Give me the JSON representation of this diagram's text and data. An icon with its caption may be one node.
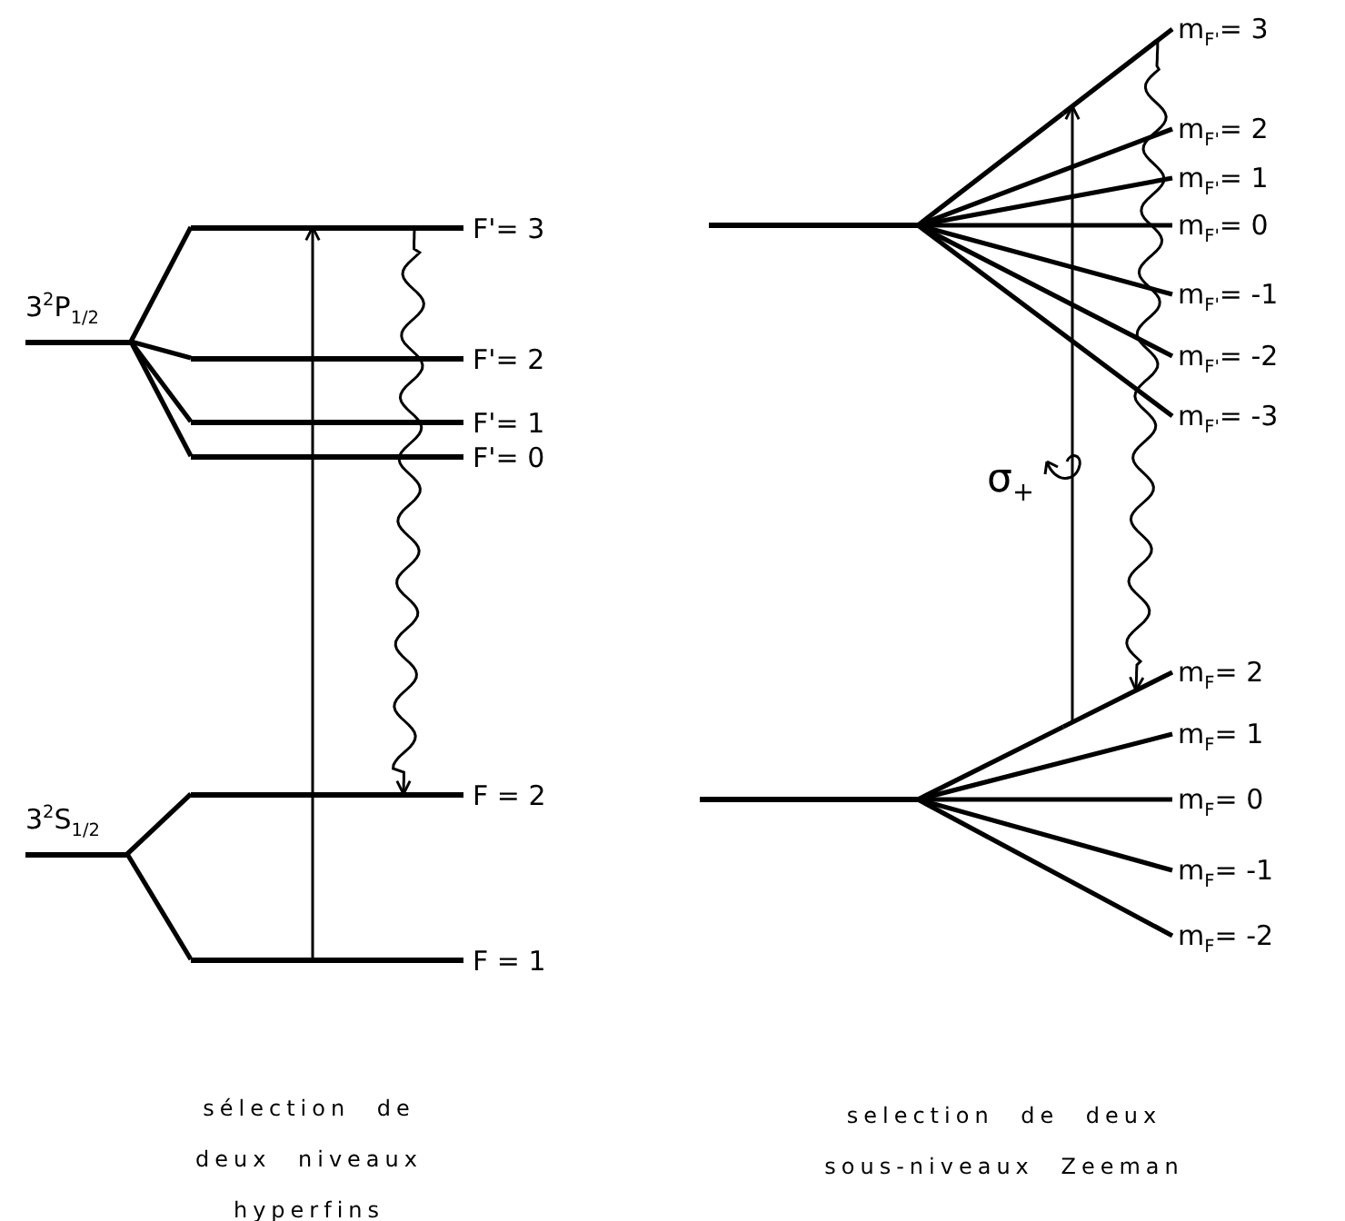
{
  "diagram": {
    "nodes": [
      {
        "text": [
          "3$^{2}$P$_{1/2}$"
        ]
      },
      {
        "text": [
          "F'= 3"
        ]
      },
      {
        "text": [
          "F'= 2"
        ]
      },
      {
        "text": [
          "F'= 1"
        ]
      },
      {
        "text": [
          "F'= 0"
        ]
      },
      {
        "text": [
          "3$^{2}$S$_{1/2}$"
        ]
      },
      {
        "text": [
          "F = 2"
        ]
      },
      {
        "text": [
          "F = 1"
        ]
      },
      {
        "text": [],
        "shape": "line"
      },
      {
        "text": [
          "m$_{F'}$= 3"
        ]
      },
      {
        "text": [
          "m$_{F'}$= 2"
        ]
      },
      {
        "text": [
          "m$_{F'}$= 1"
        ]
      },
      {
        "text": [
          "m$_{F'}$= 0"
        ]
      },
      {
        "text": [
          "m$_{F'}$= -1"
        ]
      },
      {
        "text": [
          "m$_{F'}$= -2"
        ]
      },
      {
        "text": [
          "m$_{F'}$= -3"
        ]
      },
      {
        "text": [],
        "shape": "line"
      },
      {
        "text": [
          "m$_{F}$= 2"
        ]
      },
      {
        "text": [
          "m$_{F}$= 1"
        ]
      },
      {
        "text": [
          "m$_{F}$= 0"
        ]
      },
      {
        "text": [
          "m$_{F}$= -1"
        ]
      },
      {
        "text": [
          "m$_{F}$= -2"
        ]
      }
    ],
    "edges": [
      {
        "from": 0,
        "to": 1,
        "arrow": "none"
      },
      {
        "from": 0,
        "to": 2,
        "arrow": "none"
      },
      {
        "from": 0,
        "to": 3,
        "arrow": "none"
      },
      {
        "from": 0,
        "to": 4,
        "arrow": "none"
      },
      {
        "from": 5,
        "to": 6,
        "arrow": "none"
      },
      {
        "from": 5,
        "to": 7,
        "arrow": "none"
      },
      {
        "from": 7,
        "to": 1,
        "arrow": "to"
      },
      {
        "from": 1,
        "to": 6,
        "arrow": "to"
      },
      {
        "from": 8,
        "to": 9,
        "arrow": "none"
      },
      {
        "from": 8,
        "to": 10,
        "arrow": "none"
      },
      {
        "from": 8,
        "to": 11,
        "arrow": "none"
      },
      {
        "from": 8,
        "to": 12,
        "arrow": "none"
      },
      {
        "from": 8,
        "to": 13,
        "arrow": "none"
      },
      {
        "from": 8,
        "to": 14,
        "arrow": "none"
      },
      {
        "from": 8,
        "to": 15,
        "arrow": "none"
      },
      {
        "from": 16,
        "to": 17,
        "arrow": "none"
      },
      {
        "from": 16,
        "to": 18,
        "arrow": "none"
      },
      {
        "from": 16,
        "to": 19,
        "arrow": "none"
      },
      {
        "from": 16,
        "to": 20,
        "arrow": "none"
      },
      {
        "from": 16,
        "to": 21,
        "arrow": "none"
      },
      {
        "from": 17,
        "to": 9,
        "arrow": "to",
        "label": "σ$_{+}$"
      },
      {
        "from": 9,
        "to": 17,
        "arrow": "to"
      }
    ],
    "labels": [
      "sélection de deux niveaux hyperfins",
      "selection de deux sous-niveaux Zeeman"
    ]
  }
}
